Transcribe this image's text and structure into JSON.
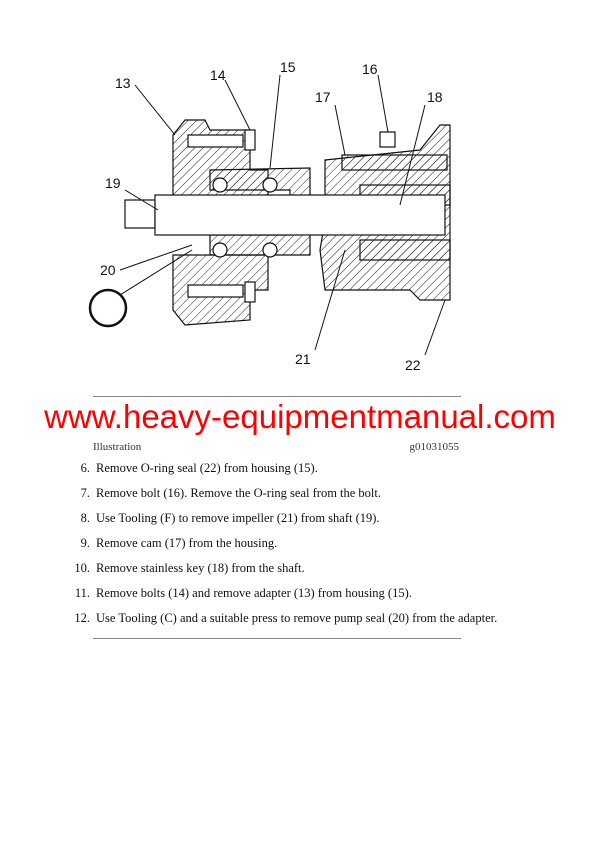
{
  "figure": {
    "callouts": [
      "13",
      "14",
      "15",
      "16",
      "17",
      "18",
      "19",
      "20",
      "21",
      "22"
    ]
  },
  "caption": {
    "label": "Illustration",
    "id": "g01031055"
  },
  "watermark": "www.heavy-equipmentmanual.com",
  "steps": [
    {
      "num": "6.",
      "text": "Remove O-ring seal (22) from housing (15)."
    },
    {
      "num": "7.",
      "text": "Remove bolt (16). Remove the O-ring seal from the bolt."
    },
    {
      "num": "8.",
      "text": "Use Tooling (F) to remove impeller (21) from shaft (19)."
    },
    {
      "num": "9.",
      "text": "Remove cam (17) from the housing."
    },
    {
      "num": "10.",
      "text": "Remove stainless key (18) from the shaft."
    },
    {
      "num": "11.",
      "text": "Remove bolts (14) and remove adapter (13) from housing (15)."
    },
    {
      "num": "12.",
      "text": "Use Tooling (C) and a suitable press to remove pump seal (20) from the adapter."
    }
  ],
  "colors": {
    "watermark": "#ff0000"
  }
}
